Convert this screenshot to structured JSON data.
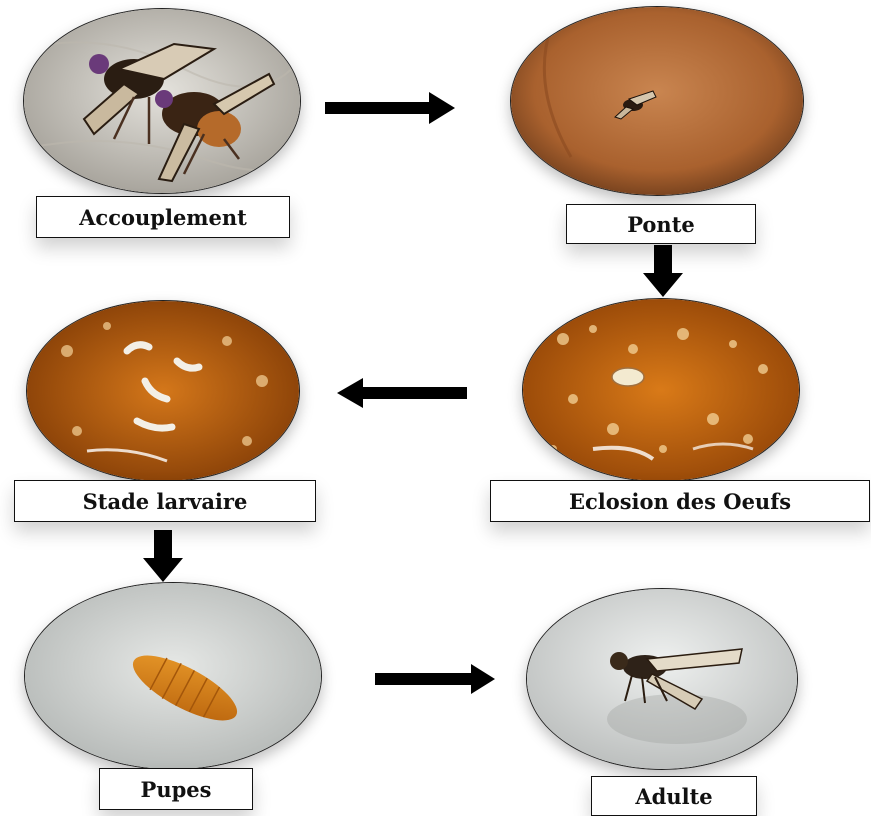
{
  "stages": {
    "mating": {
      "label": "Accouplement"
    },
    "egg_laying": {
      "label": "Ponte"
    },
    "hatching": {
      "label": "Eclosion des Oeufs"
    },
    "larval": {
      "label": "Stade larvaire"
    },
    "pupae": {
      "label": "Pupes"
    },
    "adult": {
      "label": "Adulte"
    }
  },
  "colors": {
    "arrow": "#000000",
    "label_border": "#111111",
    "larva_bg": "#c76a10",
    "fruit_skin": "#b5652a"
  },
  "icons": [
    "right-arrow-icon",
    "down-arrow-icon",
    "left-arrow-icon"
  ]
}
